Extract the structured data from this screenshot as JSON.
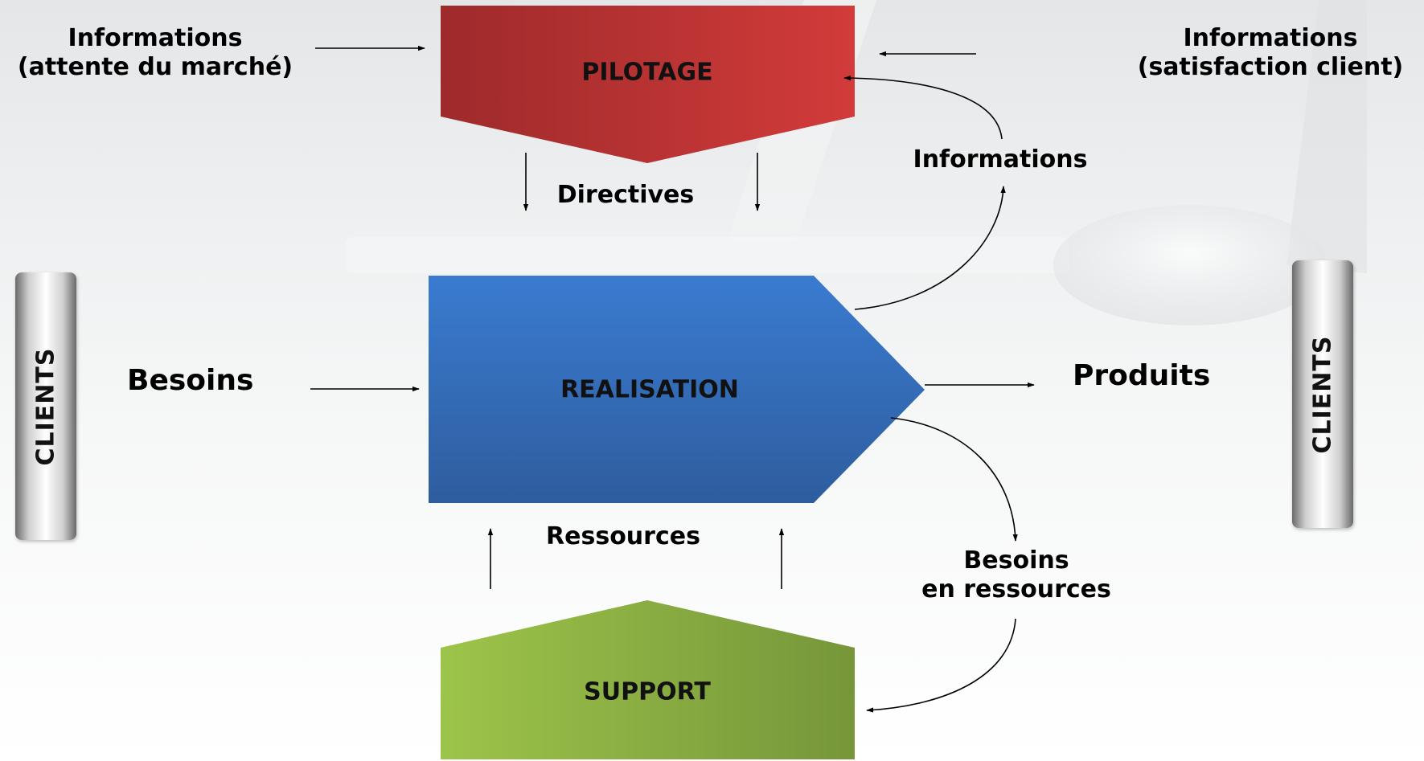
{
  "shapes": {
    "pilotage": "PILOTAGE",
    "realisation": "REALISATION",
    "support": "SUPPORT"
  },
  "labels": {
    "info_left_line1": "Informations",
    "info_left_line2": "(attente du marché)",
    "info_right_line1": "Informations",
    "info_right_line2": "(satisfaction client)",
    "informations": "Informations",
    "directives": "Directives",
    "besoins": "Besoins",
    "produits": "Produits",
    "ressources": "Ressources",
    "besoins_res_line1": "Besoins",
    "besoins_res_line2": "en ressources"
  },
  "clients": {
    "left": "CLIENTS",
    "right": "CLIENTS"
  },
  "colors": {
    "pilotage_dark": "#9e2a2b",
    "pilotage_light": "#d23b3a",
    "realisation_top": "#3a7bd0",
    "realisation_bottom": "#2e5d9e",
    "support_light": "#9dc44a",
    "support_dark": "#76963a"
  }
}
